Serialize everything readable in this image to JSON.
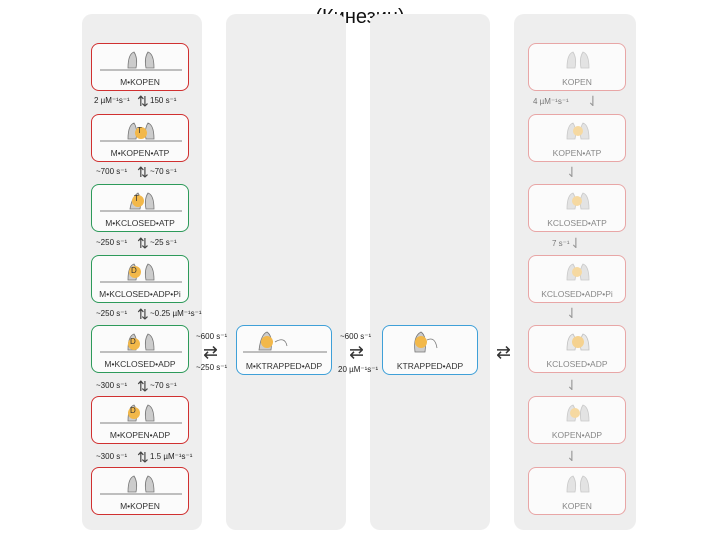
{
  "title": "(Кинезин)",
  "left_states": [
    {
      "label": "M•KOPEN",
      "nucleotide": ""
    },
    {
      "label": "M•KOPEN•ATP",
      "nucleotide": "T"
    },
    {
      "label": "M•KCLOSED•ATP",
      "nucleotide": "T"
    },
    {
      "label": "M•KCLOSED•ADP•Pi",
      "nucleotide": "D"
    },
    {
      "label": "M•KCLOSED•ADP",
      "nucleotide": "D"
    },
    {
      "label": "M•KOPEN•ADP",
      "nucleotide": "D"
    },
    {
      "label": "M•KOPEN",
      "nucleotide": ""
    }
  ],
  "left_rates": [
    {
      "fwd": "2 µM⁻¹s⁻¹",
      "rev": "150 s⁻¹"
    },
    {
      "fwd": "~700 s⁻¹",
      "rev": "~70 s⁻¹"
    },
    {
      "fwd": "~250 s⁻¹",
      "rev": "~25 s⁻¹"
    },
    {
      "fwd": "~250 s⁻¹",
      "rev": "~0.25 µM⁻¹s⁻¹"
    },
    {
      "fwd": "~300 s⁻¹",
      "rev": "~70 s⁻¹"
    },
    {
      "fwd": "~300 s⁻¹",
      "rev": "1.5 µM⁻¹s⁻¹"
    }
  ],
  "middle_states": [
    {
      "label": "M•KTRAPPED•ADP"
    },
    {
      "label": "KTRAPPED•ADP"
    }
  ],
  "middle_rates": [
    {
      "top": "~600 s⁻¹",
      "bottom": "~250 s⁻¹"
    },
    {
      "top": "~600 s⁻¹",
      "bottom": "20 µM⁻¹s⁻¹"
    }
  ],
  "right_states": [
    {
      "label": "KOPEN"
    },
    {
      "label": "KOPEN•ATP"
    },
    {
      "label": "KCLOSED•ATP"
    },
    {
      "label": "KCLOSED•ADP•Pi"
    },
    {
      "label": "KCLOSED•ADP"
    },
    {
      "label": "KOPEN•ADP"
    },
    {
      "label": "KOPEN"
    }
  ],
  "right_rates": [
    {
      "text": "4 µM⁻¹s⁻¹"
    },
    {
      "text": "7 s⁻¹"
    }
  ],
  "colors": {
    "red_border": "#d03030",
    "green_border": "#2d9a5a",
    "blue_border": "#3fa0d8",
    "nucleotide_fill": "#f2b84a",
    "column_bg": "#eeeeee"
  }
}
